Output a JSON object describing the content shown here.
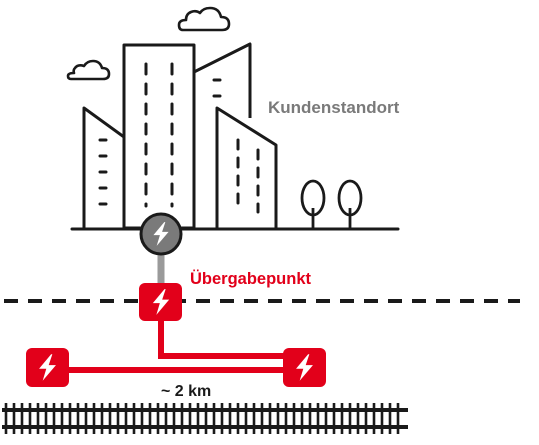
{
  "labels": {
    "customer_site": "Kundenstandort",
    "handover_point": "Übergabepunkt",
    "distance": "~ 2 km"
  },
  "icons": {
    "cloud": "cloud-icon",
    "building": "building-icon",
    "tree": "tree-icon",
    "power": "lightning-bolt-icon",
    "railway": "railway-track-icon"
  },
  "colors": {
    "line": "#1a1a1a",
    "muted": "#7a7a7a",
    "accent": "#e2001a",
    "background": "#ffffff"
  }
}
